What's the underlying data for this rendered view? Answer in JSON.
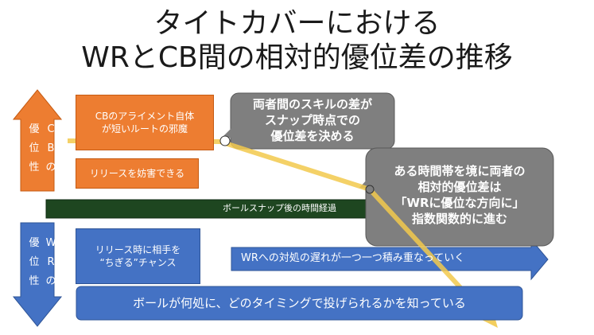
{
  "title": {
    "line1": "タイトカバーにおける",
    "line2": "WRとCB間の相対的優位差の推移"
  },
  "cb_side": {
    "label_left": [
      "優",
      "位",
      "性"
    ],
    "label_right": [
      "C",
      "B",
      "の"
    ],
    "boxes": [
      "CBのアライメント自体\nが短いルートの邪魔",
      "リリースを妨害できる"
    ]
  },
  "wr_side": {
    "label_left": [
      "優",
      "位",
      "性"
    ],
    "label_right": [
      "W",
      "R",
      "の"
    ],
    "boxes": [
      "リリース時に相手を\n“ちぎる”チャンス"
    ]
  },
  "timeline": {
    "label": "ボールスナップ後の時間経過"
  },
  "callouts": {
    "first": "両者間のスキルの差が\nスナップ時点での\n優位差を決める",
    "second": "ある時間帯を境に両者の\n相対的優位差は\n「WRに優位な方向に」\n指数関数的に進む"
  },
  "blue_arrow": {
    "label": "WRへの対処の遅れが一つ一つ積み重なっていく"
  },
  "bottom_bar": {
    "label": "ボールが何処に、どのタイミングで投げられるかを知っている"
  },
  "colors": {
    "orange": "#ed7d31",
    "blue": "#4472c4",
    "dark_green": "#1e4620",
    "gray_callout": "#7f7f7f",
    "yellow_line": "#f2c94c"
  }
}
